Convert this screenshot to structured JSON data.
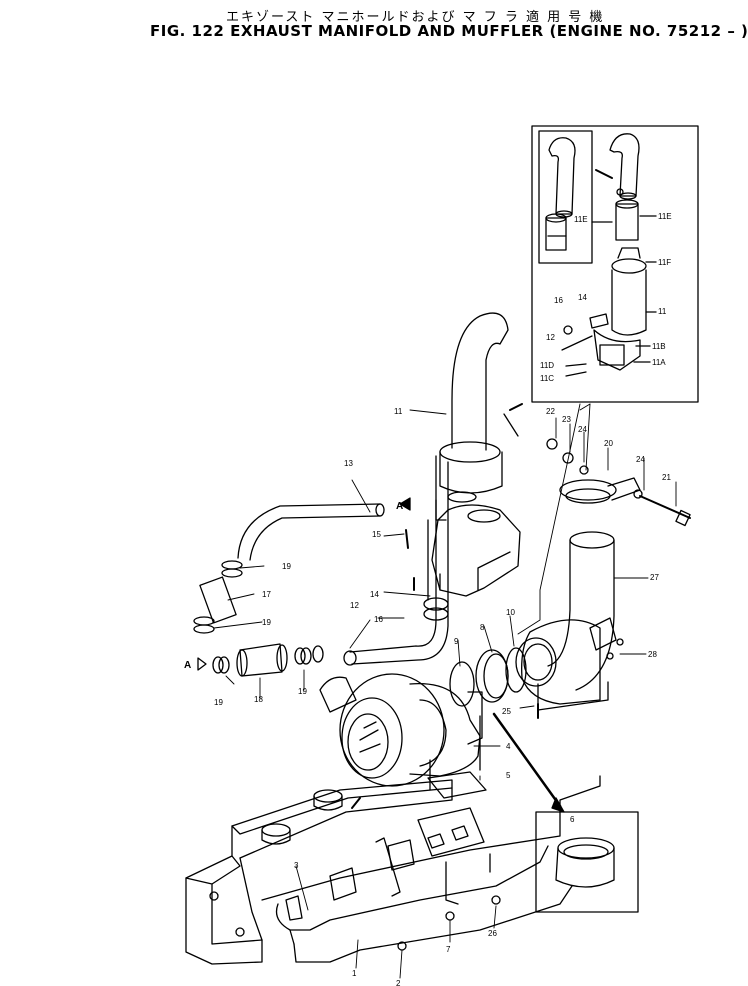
{
  "title": {
    "japanese": "エキゾースト マニホールドおよび マ フ ラ 適 用 号 機",
    "english": "FIG. 122  EXHAUST MANIFOLD AND MUFFLER (ENGINE NO. 75212 – )"
  },
  "labels": {
    "p1": "1",
    "p2": "2",
    "p3": "3",
    "p4": "4",
    "p5": "5",
    "p6": "6",
    "p7": "7",
    "p8": "8",
    "p9": "9",
    "p10": "10",
    "p11": "11",
    "p12": "12",
    "p13": "13",
    "p14": "14",
    "p15": "15",
    "p16": "16",
    "p17": "17",
    "p18": "18",
    "p19a": "19",
    "p19b": "19",
    "p19c": "19",
    "p19d": "19",
    "p20": "20",
    "p21": "21",
    "p22": "22",
    "p23": "23",
    "p24a": "24",
    "p24b": "24",
    "p25": "25",
    "p26": "26",
    "p27": "27",
    "p28": "28",
    "in11": "11",
    "in11E1": "11E",
    "in11E2": "11E",
    "in11F": "11F",
    "in11B": "11B",
    "in11A": "11A",
    "in11C": "11C",
    "in11D": "11D",
    "in12": "12",
    "in14": "14",
    "in16": "16",
    "arrowA1": "A",
    "arrowA2": "A"
  }
}
